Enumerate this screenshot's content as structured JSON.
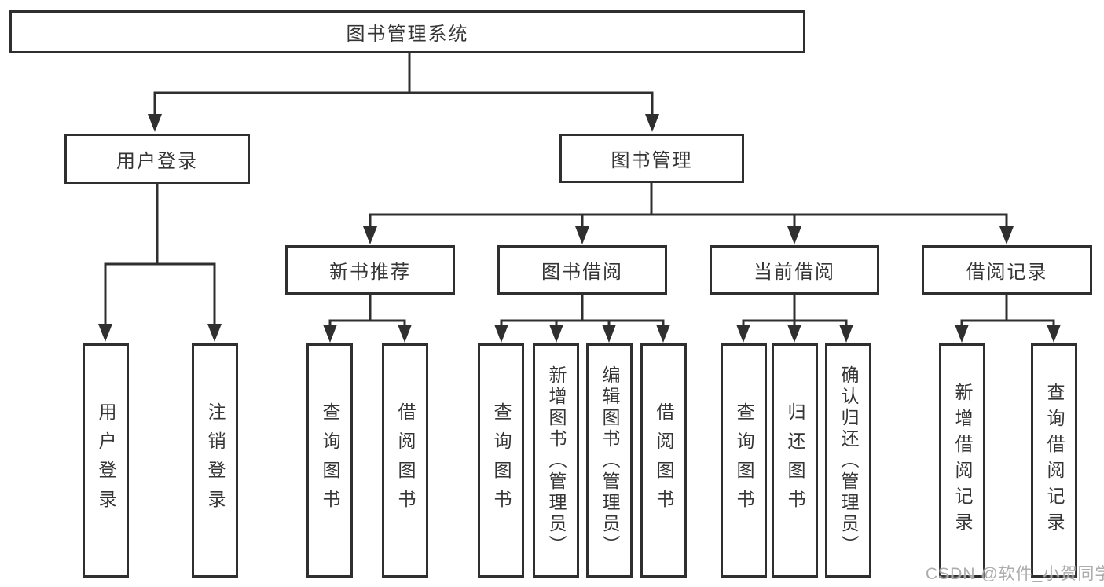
{
  "nodes": {
    "root": "图书管理系统",
    "login": "用户登录",
    "mgmt": "图书管理",
    "rec": "新书推荐",
    "borrow": "图书借阅",
    "current": "当前借阅",
    "records": "借阅记录",
    "login_user": "用户登录",
    "login_logout": "注销登录",
    "rec_query": "查询图书",
    "rec_borrow": "借阅图书",
    "bor_query": "查询图书",
    "bor_add": "新增图书（管理员）",
    "bor_edit": "编辑图书（管理员）",
    "bor_borrow": "借阅图书",
    "cur_query": "查询图书",
    "cur_return": "归还图书",
    "cur_confirm": "确认归还（管理员）",
    "recd_add": "新增借阅记录",
    "recd_query": "查询借阅记录"
  },
  "watermark": "CSDN @软件_小贺同学",
  "colors": {
    "line": "#2f2f2f",
    "text": "#353535",
    "watermark": "#a8a8a8",
    "background": "#ffffff"
  }
}
